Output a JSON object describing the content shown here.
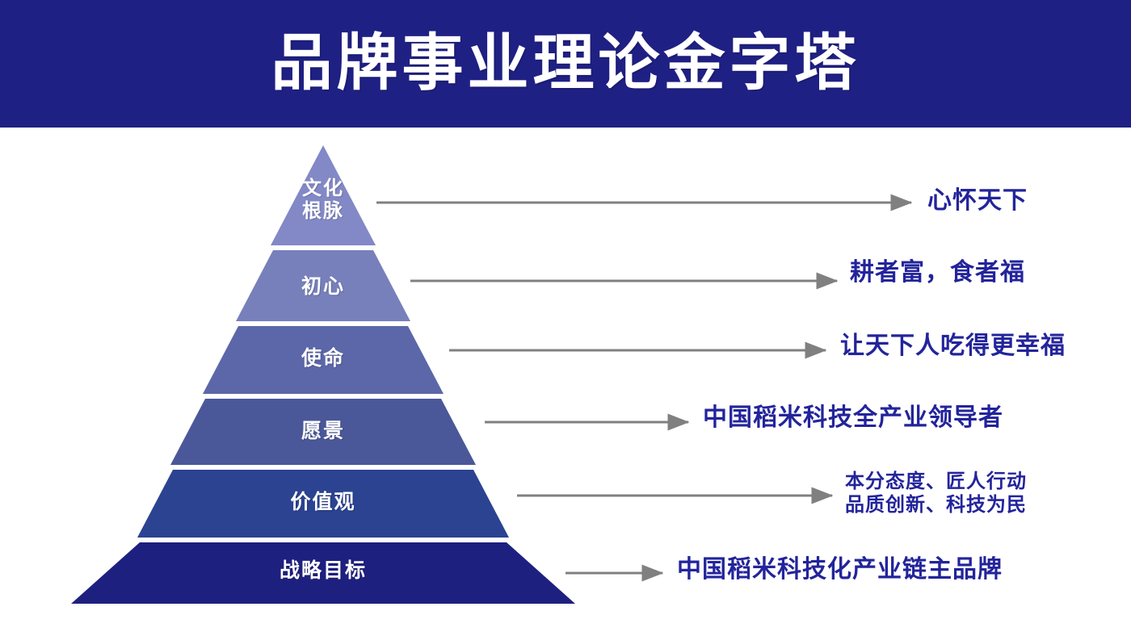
{
  "header": {
    "title": "品牌事业理论金字塔",
    "background_color": "#1F2083",
    "text_color": "#FFFFFF"
  },
  "diagram": {
    "type": "pyramid",
    "accent_color": "#23249B",
    "connector_color": "#808080",
    "tier_count": 6,
    "tiers": [
      {
        "id": "tier-culture-roots",
        "label": "文化\n根脉",
        "color": "#8289C6",
        "annotation": "心怀天下"
      },
      {
        "id": "tier-original-aspiration",
        "label": "初心",
        "color": "#7780BB",
        "annotation": "耕者富，食者福"
      },
      {
        "id": "tier-mission",
        "label": "使命",
        "color": "#5B67A8",
        "annotation": "让天下人吃得更幸福"
      },
      {
        "id": "tier-vision",
        "label": "愿景",
        "color": "#4A5899",
        "annotation": "中国稻米科技全产业领导者"
      },
      {
        "id": "tier-values",
        "label": "价值观",
        "color": "#2B4391",
        "annotation": "本分态度、匠人行动\n品质创新、科技为民"
      },
      {
        "id": "tier-strategic-goal",
        "label": "战略目标",
        "color": "#1E2080",
        "annotation": "中国稻米科技化产业链主品牌"
      }
    ]
  }
}
